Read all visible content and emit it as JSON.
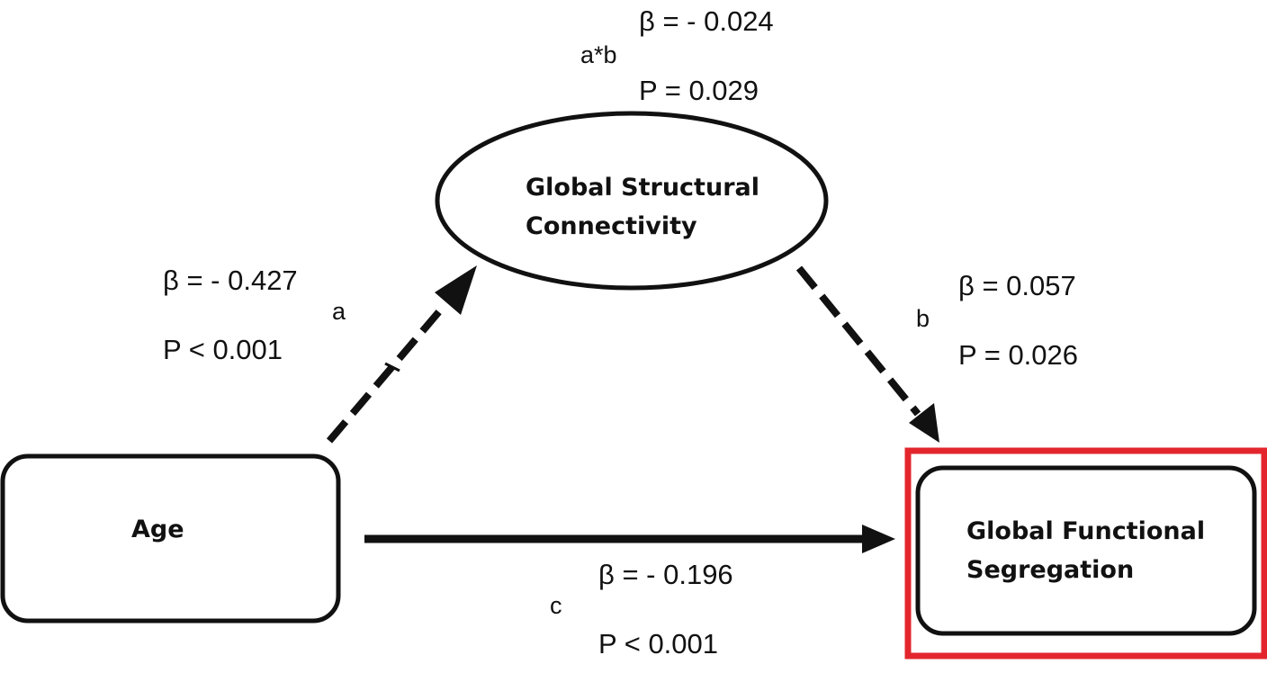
{
  "nodes": {
    "mediator": {
      "line1": "Global Structural",
      "line2": "Connectivity"
    },
    "predictor": {
      "label": "Age"
    },
    "outcome": {
      "line1": "Global Functional",
      "line2": "Segregation"
    }
  },
  "paths": {
    "a": {
      "letter": "a",
      "beta": "β =  - 0.427",
      "p": "P < 0.001",
      "line_style": "dashed"
    },
    "b": {
      "letter": "b",
      "beta": "β =  0.057",
      "p": "P = 0.026",
      "line_style": "dashed"
    },
    "c": {
      "letter": "c",
      "beta": "β =  - 0.196",
      "p": "P < 0.001",
      "line_style": "solid"
    },
    "indirect": {
      "letter": "a*b",
      "beta": "β =  - 0.024",
      "p": "P = 0.029"
    }
  },
  "colors": {
    "ink": "#111111",
    "highlight": "#e3262d"
  }
}
